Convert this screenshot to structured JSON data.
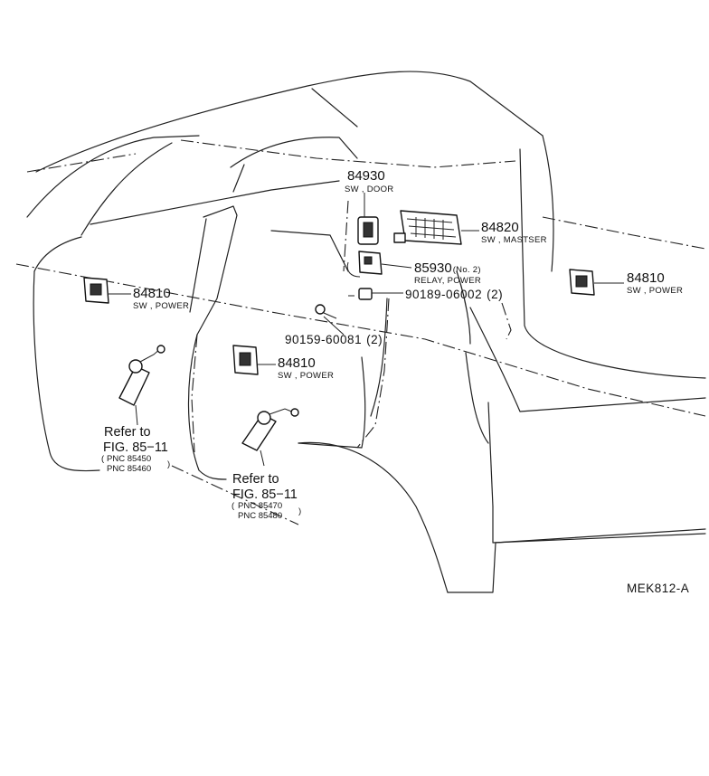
{
  "diagram_code": "MEK812-A",
  "labels": {
    "sw_door": {
      "number": "84930",
      "name": "SW , DOOR"
    },
    "sw_master": {
      "number": "84820",
      "name": "SW , MASTSER"
    },
    "relay": {
      "number": "85930",
      "suffix": "(No. 2)",
      "name": "RELAY, POWER"
    },
    "bolt_a": {
      "number": "90189-06002",
      "qty": "(2)"
    },
    "bolt_b": {
      "number": "90159-60081",
      "qty": "(2)"
    },
    "sw_power_left": {
      "number": "84810",
      "name": "SW , POWER"
    },
    "sw_power_mid": {
      "number": "84810",
      "name": "SW , POWER"
    },
    "sw_power_right": {
      "number": "84810",
      "name": "SW , POWER"
    }
  },
  "references": [
    {
      "line1": "Refer to",
      "line2": "FIG. 85−11",
      "pnc1": "PNC 85450",
      "pnc2": "PNC 85460"
    },
    {
      "line1": "Refer to",
      "line2": "FIG. 85−11",
      "pnc1": "PNC 85470",
      "pnc2": "PNC 85480"
    }
  ]
}
